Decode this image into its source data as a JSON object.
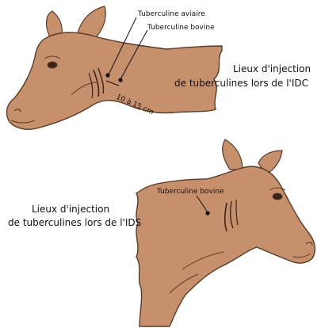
{
  "figure_top": {
    "label_aviaire": "Tuberculine aviaire",
    "label_bovine": "Tuberculine bovine",
    "distance": "10 à 15 cm",
    "caption_line1": "Lieux d'injection",
    "caption_line2": "de tuberculines lors de l'IDC"
  },
  "figure_bottom": {
    "label_bovine": "Tuberculine bovine",
    "caption_line1": "Lieux d'injection",
    "caption_line2": "de tuberculines lors de l'IDS"
  },
  "colors": {
    "skin": "#C6906D",
    "outline": "#5A3A28",
    "ink": "#111111",
    "background": "#FFFFFF"
  }
}
